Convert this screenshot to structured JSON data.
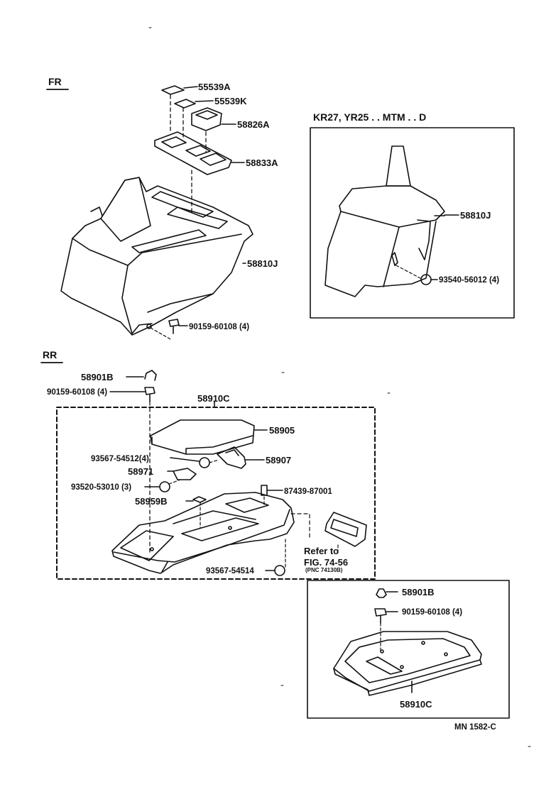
{
  "sections": {
    "front": "FR",
    "rear": "RR",
    "variant_heading": "KR27, YR25 . . MTM . . D"
  },
  "parts": {
    "p55539A": "55539A",
    "p55539K": "55539K",
    "p58826A": "58826A",
    "p58833A": "58833A",
    "p58810J_main": "58810J",
    "p90159_front": "90159-60108 (4)",
    "p58810J_variant": "58810J",
    "p93540": "93540-56012 (4)",
    "p58901B_rear": "58901B",
    "p90159_rear": "90159-60108 (4)",
    "p58910C_rear": "58910C",
    "p58905": "58905",
    "p93567_54512": "93567-54512(4)",
    "p58907": "58907",
    "p58971": "58971",
    "p93520": "93520-53010 (3)",
    "p87439": "87439-87001",
    "p58959B": "58959B",
    "p93567_54514": "93567-54514",
    "p58901B_box": "58901B",
    "p90159_box": "90159-60108 (4)",
    "p58910C_box": "58910C"
  },
  "refer": {
    "line1": "Refer to",
    "line2": "FIG. 74-56",
    "line3": "(PNC 74130B)"
  },
  "figure_code": "MN 1582-C"
}
